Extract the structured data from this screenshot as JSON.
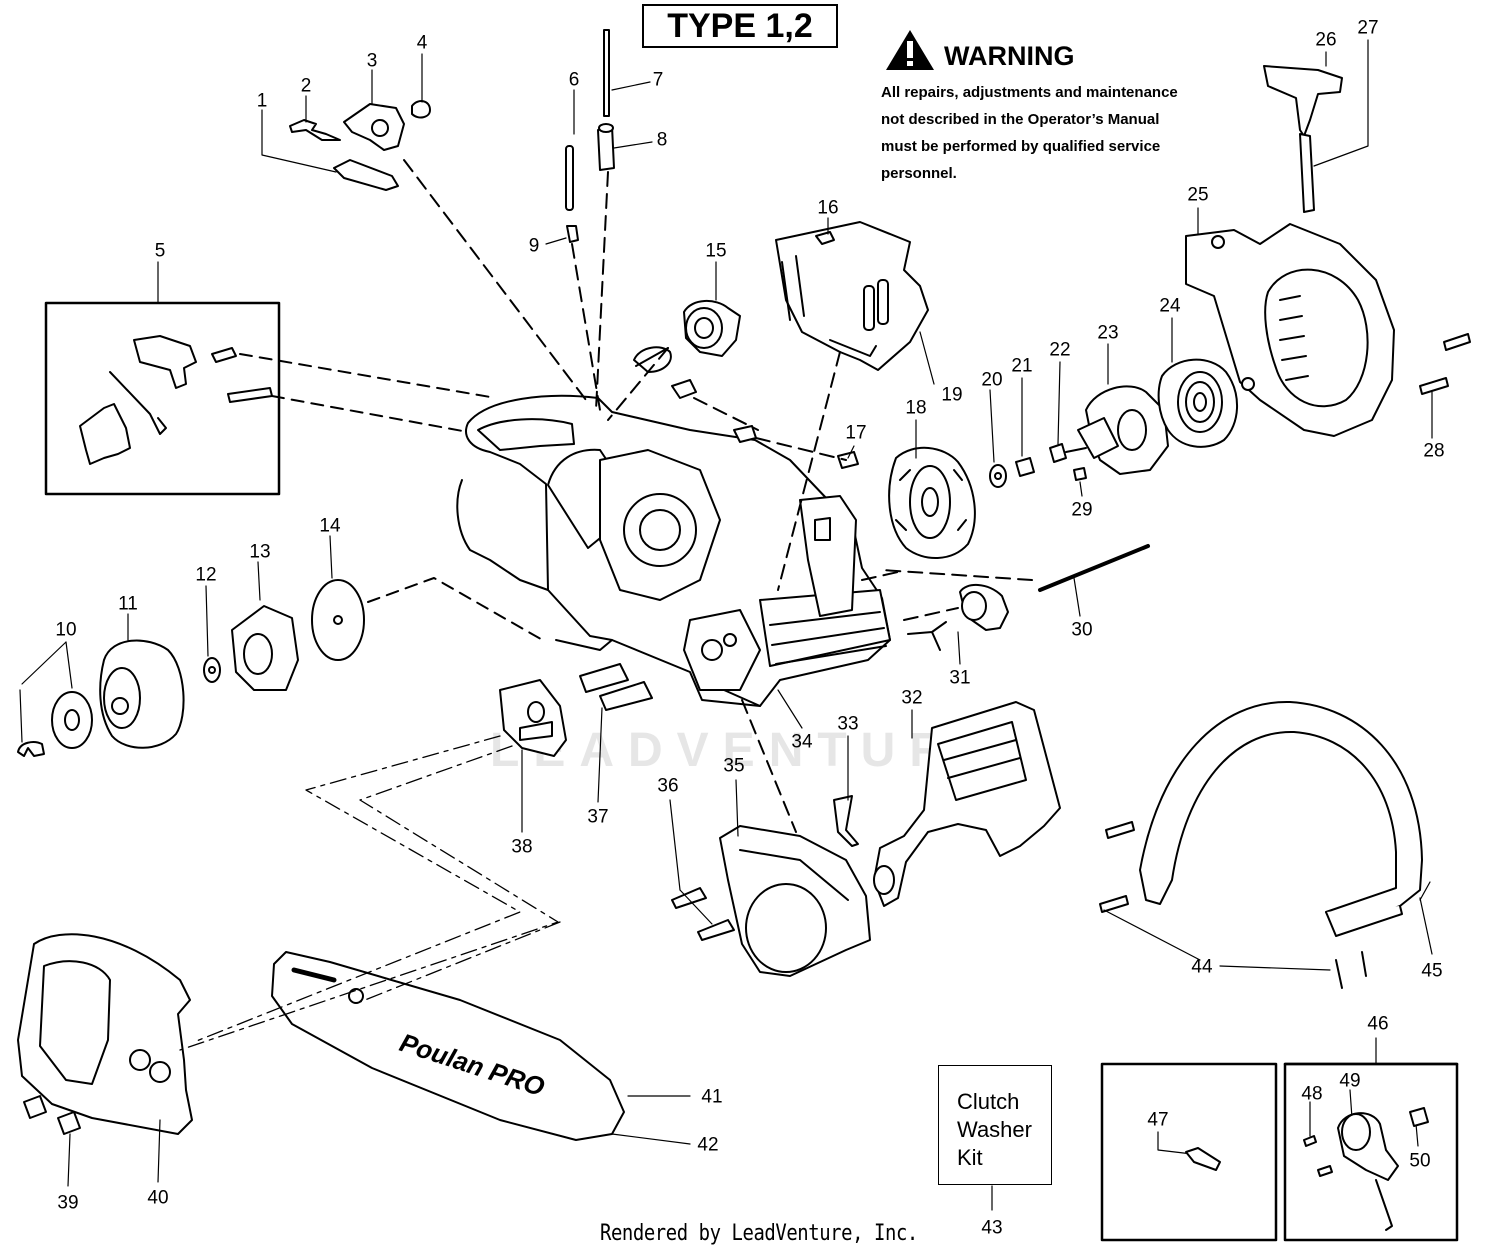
{
  "header": {
    "type_label": "TYPE 1,2"
  },
  "warning": {
    "title": "WARNING",
    "lines": [
      "All repairs, adjustments and maintenance",
      "not described in the Operator’s Manual",
      "must be performed by qualified service",
      "personnel."
    ]
  },
  "kit": {
    "lines": [
      "Clutch",
      "Washer",
      "Kit"
    ]
  },
  "footer": "Rendered by LeadVenture, Inc.",
  "watermark": "LEADVENTURE",
  "bar_logo": "Poulan PRO",
  "callouts": [
    "1",
    "2",
    "3",
    "4",
    "5",
    "6",
    "7",
    "8",
    "9",
    "10",
    "11",
    "12",
    "13",
    "14",
    "15",
    "16",
    "17",
    "18",
    "19",
    "20",
    "21",
    "22",
    "23",
    "24",
    "25",
    "26",
    "27",
    "28",
    "29",
    "30",
    "31",
    "32",
    "33",
    "34",
    "35",
    "36",
    "37",
    "38",
    "39",
    "40",
    "41",
    "42",
    "43",
    "44",
    "45",
    "46",
    "47",
    "48",
    "49",
    "50"
  ],
  "colors": {
    "ink": "#000000",
    "paper": "#ffffff",
    "watermark": "#e6e6e6"
  }
}
